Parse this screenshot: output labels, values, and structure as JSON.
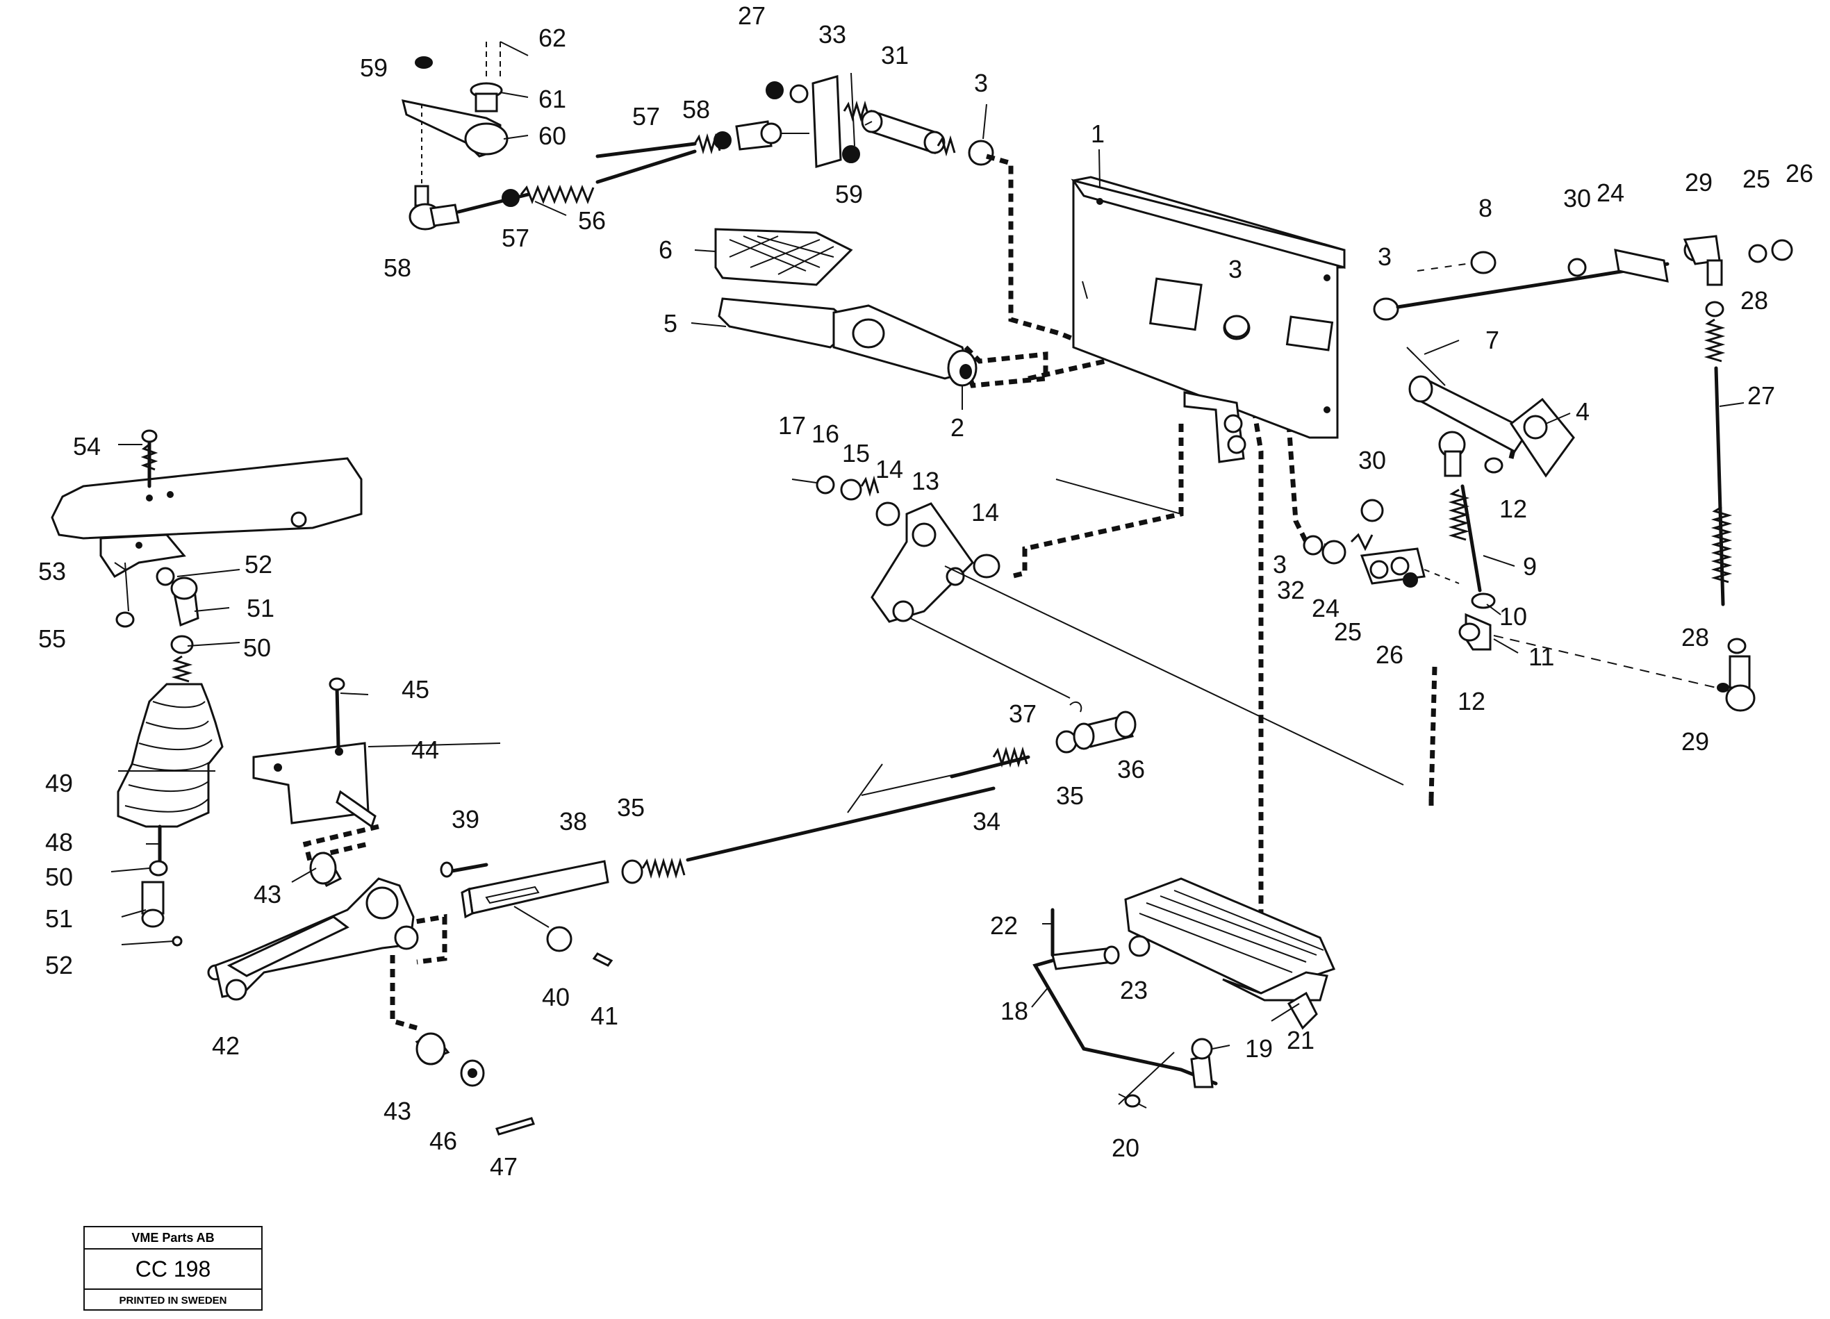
{
  "callouts": [
    "1",
    "2",
    "3",
    "3",
    "3",
    "3",
    "4",
    "5",
    "6",
    "7",
    "8",
    "9",
    "10",
    "11",
    "12",
    "12",
    "13",
    "14",
    "14",
    "15",
    "16",
    "17",
    "18",
    "19",
    "20",
    "21",
    "22",
    "23",
    "24",
    "24",
    "25",
    "25",
    "26",
    "26",
    "27",
    "28",
    "28",
    "29",
    "29",
    "30",
    "30",
    "31",
    "32",
    "33",
    "34",
    "35",
    "35",
    "36",
    "37",
    "38",
    "39",
    "40",
    "41",
    "42",
    "43",
    "43",
    "44",
    "45",
    "46",
    "47",
    "48",
    "49",
    "50",
    "50",
    "51",
    "51",
    "52",
    "52",
    "53",
    "54",
    "55",
    "56",
    "57",
    "57",
    "58",
    "58",
    "59",
    "59",
    "60",
    "61",
    "62"
  ],
  "stamp": {
    "company": "VME Parts AB",
    "code": "CC 198",
    "printed": "PRINTED IN SWEDEN"
  }
}
